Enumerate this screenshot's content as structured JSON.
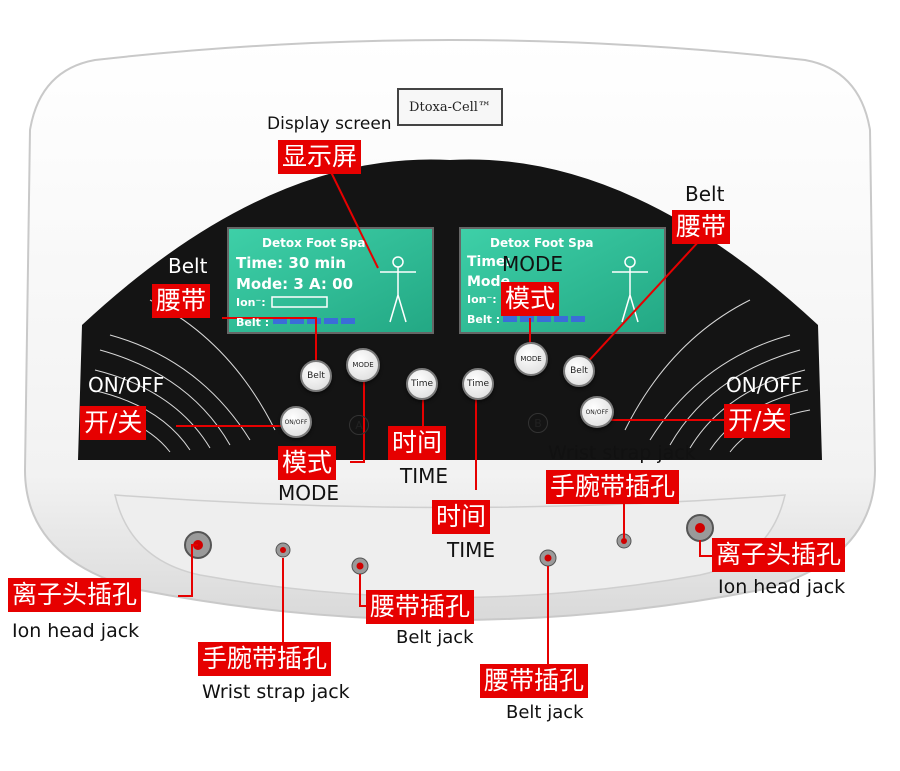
{
  "brand": {
    "name": "Dtoxa-Cell™"
  },
  "screens": [
    {
      "title": "Detox Foot Spa",
      "time_row": "Time: 30 min",
      "mode_row": "Mode: 3  A: 00",
      "ion_row": "Ion⁻:",
      "belt_row": "Belt :"
    },
    {
      "title": "Detox Foot Spa",
      "time_row": "Time:",
      "mode_row": "Mode",
      "ion_row": "Ion⁻:",
      "belt_row": "Belt :"
    }
  ],
  "buttons": {
    "belt_a": "Belt",
    "mode_a": "MODE",
    "onoff_a": "ON/OFF",
    "time_a": "Time",
    "time_b": "Time",
    "mode_b": "MODE",
    "belt_b": "Belt",
    "onoff_b": "ON/OFF"
  },
  "channels": {
    "a": "A",
    "b": "B"
  },
  "labels": {
    "display_en": "Display screen",
    "display_cn": "显示屏",
    "belt_left_en": "Belt",
    "belt_left_cn": "腰带",
    "belt_right_en": "Belt",
    "belt_right_cn": "腰带",
    "mode_right_en": "MODE",
    "mode_right_cn": "模式",
    "onoff_left_en": "ON/OFF",
    "onoff_left_cn": "开/关",
    "onoff_right_en": "ON/OFF",
    "onoff_right_cn": "开/关",
    "mode_left_cn": "模式",
    "mode_left_en": "MODE",
    "time_a_cn": "时间",
    "time_a_en": "TIME",
    "time_b_cn": "时间",
    "time_b_en": "TIME",
    "wrist_right_en": "Wrist strap jack",
    "wrist_right_cn": "手腕带插孔",
    "ion_left_cn": "离子头插孔",
    "ion_left_en": "Ion head jack",
    "wrist_left_cn": "手腕带插孔",
    "wrist_left_en": "Wrist strap jack",
    "belt_jack_left_cn": "腰带插孔",
    "belt_jack_left_en": "Belt jack",
    "belt_jack_right_cn": "腰带插孔",
    "belt_jack_right_en": "Belt jack",
    "ion_right_cn": "离子头插孔",
    "ion_right_en": "Ion head jack"
  },
  "colors": {
    "callout_bg": "#e60000",
    "callout_text": "#ffffff",
    "panel": "#111111",
    "lcd": "#2fbf9a"
  }
}
